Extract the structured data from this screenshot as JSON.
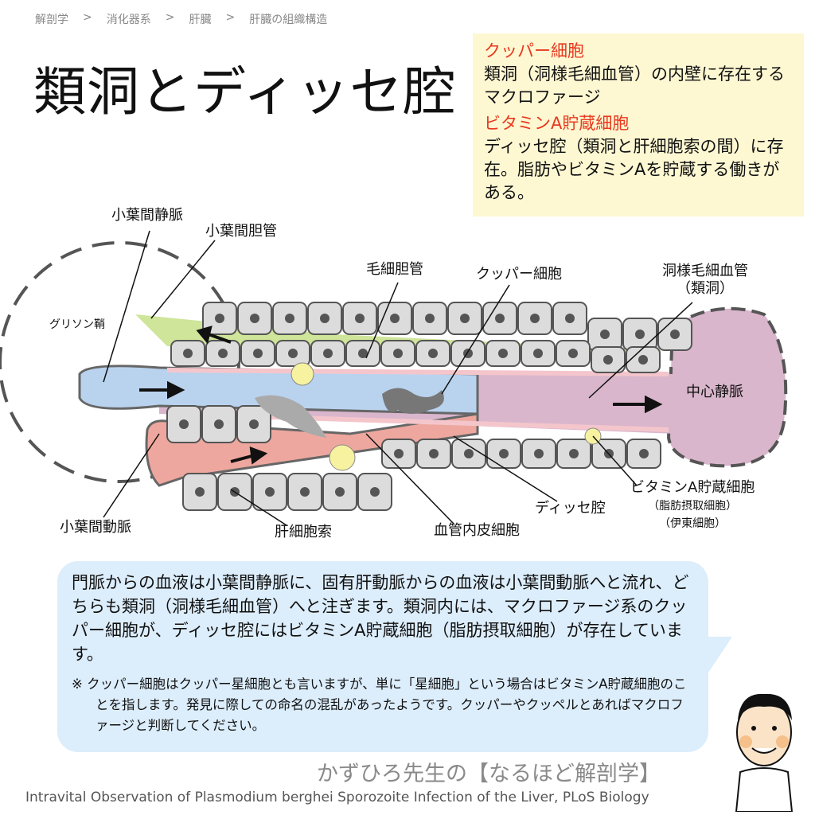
{
  "breadcrumb": [
    "解剖学",
    ">",
    "消化器系",
    ">",
    "肝臓",
    ">",
    "肝臓の組織構造"
  ],
  "title": "類洞とディッセ腔",
  "info": {
    "kupffer_heading": "クッパー細胞",
    "kupffer_text": "類洞（洞様毛細血管）の内壁に存在するマクロファージ",
    "vitamin_heading": "ビタミンA貯蔵細胞",
    "vitamin_text": "ディッセ腔（類洞と肝細胞索の間）に存在。脂肪やビタミンAを貯蔵する働きがある。"
  },
  "labels": {
    "interlobular_vein": "小葉間静脈",
    "interlobular_bile_duct": "小葉間胆管",
    "glisson_sheath": "グリソン鞘",
    "bile_canaliculus": "毛細胆管",
    "kupffer_cell": "クッパー細胞",
    "sinusoid": "洞様毛細血管",
    "sinusoid_sub": "（類洞）",
    "central_vein": "中心静脈",
    "interlobular_artery": "小葉間動脈",
    "hepatic_cord": "肝細胞索",
    "endothelial_cell": "血管内皮細胞",
    "space_of_disse": "ディッセ腔",
    "stellate_cell": "ビタミンA貯蔵細胞",
    "stellate_sub1": "（脂肪摂取細胞）",
    "stellate_sub2": "（伊東細胞）"
  },
  "bubble": {
    "main": "門脈からの血液は小葉間静脈に、固有肝動脈からの血液は小葉間動脈へと流れ、どちらも類洞（洞様毛細血管）へと注ぎます。類洞内には、マクロファージ系のクッパー細胞が、ディッセ腔にはビタミンA貯蔵細胞（脂肪摂取細胞）が存在しています。",
    "note": "※ クッパー細胞はクッパー星細胞とも言いますが、単に「星細胞」という場合はビタミンA貯蔵細胞のことを指します。発見に際しての命名の混乱があったようです。クッパーやクッペルとあればマクロファージと判断してください。"
  },
  "brand": "かずひろ先生の【なるほど解剖学】",
  "citation": "Intravital Observation of Plasmodium berghei Sporozoite Infection of the Liver,  PLoS Biology",
  "colors": {
    "accent": "#e8381e",
    "info_bg": "#fdf7d2",
    "bubble_bg": "#dcedfb",
    "vein": "#b9d3ef",
    "artery": "#eea79e",
    "central_vein": "#d9b6cc",
    "bile": "#cfe59a"
  }
}
